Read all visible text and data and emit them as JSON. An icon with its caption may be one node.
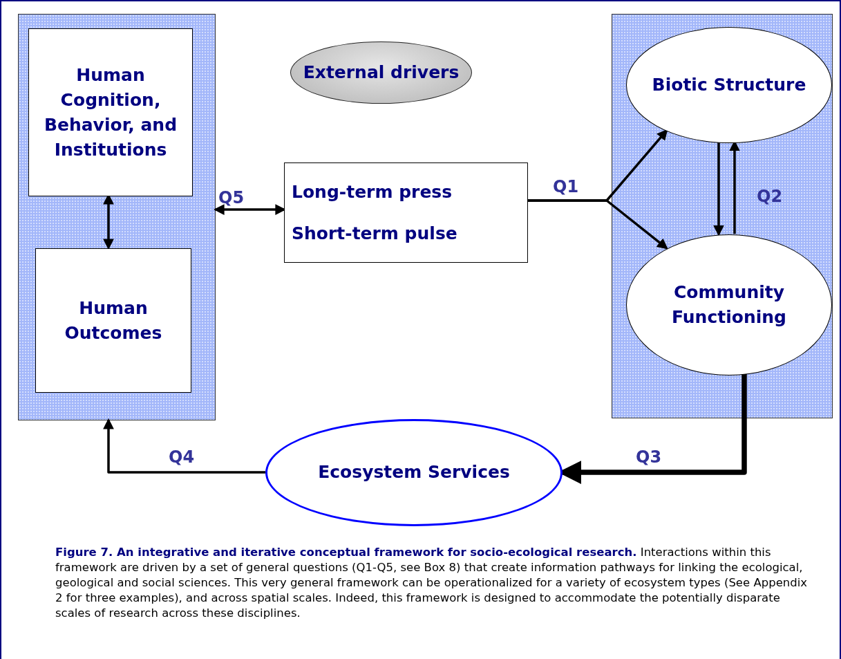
{
  "diagram": {
    "caption": "**Figure 7. An integrative and iterative conceptual framework for socio-ecological research.** Interactions within this framework are driven by a set of general questions (Q1-Q5, see Box 8) that create information pathways for linking the ecological, geological and social sciences. This very general framework can be operationalized for a variety of ecosystem types (See Appendix 2 for three examples), and across spatial scales. Indeed, this framework is designed to accommodate the potentially disparate scales of research across these disciplines.",
    "nodes": [
      {
        "text": [],
        "shape": "box"
      },
      {
        "text": [
          "Human Cognition, Behavior, and Institutions"
        ],
        "in": 0
      },
      {
        "text": [
          "Human Outcomes"
        ],
        "in": 0
      },
      {
        "text": [
          "External drivers"
        ]
      },
      {
        "text": [
          "Long-term press",
          "Short-term pulse"
        ]
      },
      {
        "text": [],
        "shape": "box"
      },
      {
        "text": [
          "Biotic Structure"
        ],
        "in": 5
      },
      {
        "text": [
          "Community Functioning"
        ],
        "in": 5
      },
      {
        "text": [
          "Ecosystem Services"
        ]
      }
    ],
    "edges": [
      {
        "from": 1,
        "to": 2,
        "arrow": "both"
      },
      {
        "from": 0,
        "to": 4,
        "arrow": "both",
        "label": "Q5"
      },
      {
        "from": 4,
        "to": 6,
        "arrow": "to",
        "label": "Q1"
      },
      {
        "from": 4,
        "to": 7,
        "arrow": "to"
      },
      {
        "from": 6,
        "to": 7,
        "arrow": "to"
      },
      {
        "from": 7,
        "to": 6,
        "arrow": "to",
        "label": "Q2"
      },
      {
        "from": 7,
        "to": 8,
        "arrow": "to",
        "label": "Q3",
        "style": "thick"
      },
      {
        "from": 8,
        "to": 0,
        "arrow": "to",
        "label": "Q4"
      }
    ]
  }
}
